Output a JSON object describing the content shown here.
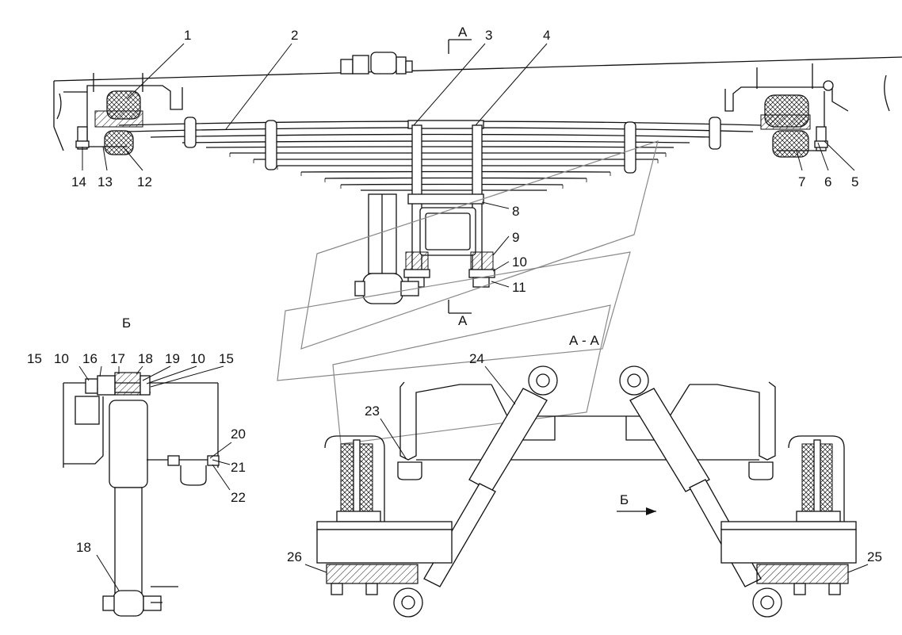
{
  "section_marks": {
    "a_top": "А",
    "a_bottom": "А",
    "section_aa": "А - А",
    "view_b_title": "Б",
    "view_b_arrow": "Б"
  },
  "callouts": [
    "1",
    "2",
    "3",
    "4",
    "5",
    "6",
    "7",
    "8",
    "9",
    "10",
    "11",
    "12",
    "13",
    "14",
    "15",
    "10",
    "16",
    "17",
    "18",
    "19",
    "10",
    "15",
    "20",
    "21",
    "22",
    "18",
    "23",
    "24",
    "25",
    "26"
  ]
}
